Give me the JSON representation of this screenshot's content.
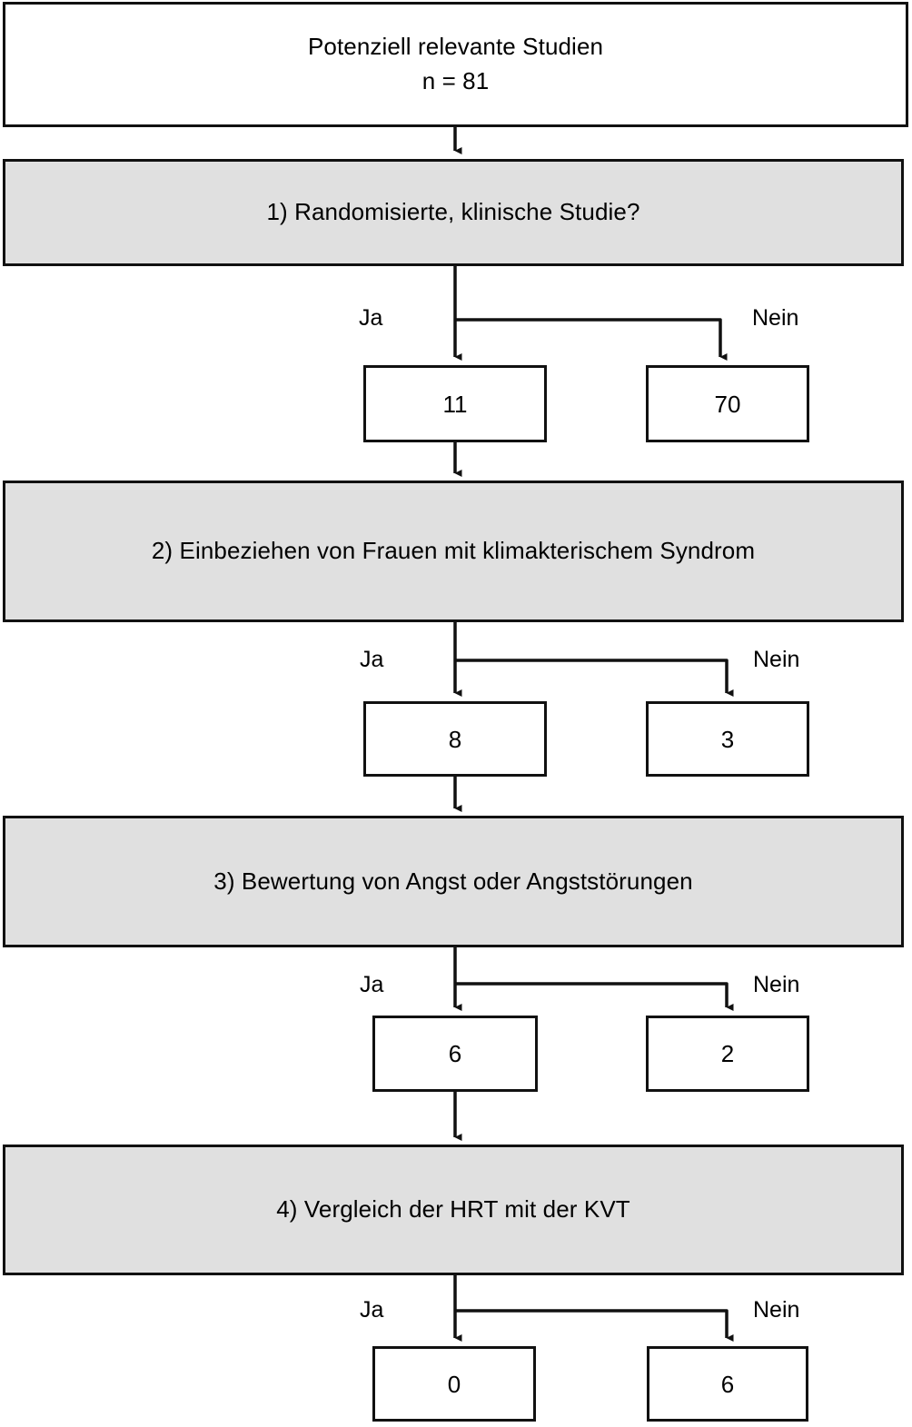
{
  "figure": {
    "type": "flowchart",
    "language": "de",
    "accent_gray": "#e0e0e0",
    "line_color": "#111111",
    "background": "#ffffff"
  },
  "nodes": {
    "start": {
      "title": "Potenziell relevante Studien",
      "count_text": "n = 81",
      "count_value": 81
    },
    "criteria": [
      {
        "label": "1) Randomisierte, klinische Studie?"
      },
      {
        "label": "2) Einbeziehen von Frauen mit klimakterischem Syndrom"
      },
      {
        "label": "3) Bewertung von Angst oder Angststörungen"
      },
      {
        "label": "4) Vergleich der HRT mit der KVT"
      }
    ],
    "results": [
      {
        "yes": "11",
        "no": "70"
      },
      {
        "yes": "8",
        "no": "3"
      },
      {
        "yes": "6",
        "no": "2"
      },
      {
        "yes": "0",
        "no": "6"
      }
    ]
  },
  "edge_labels": {
    "yes": "Ja",
    "no": "Nein"
  },
  "chart_data": {
    "type": "flowchart",
    "title": "Potenziell relevante Studien",
    "total": 81,
    "steps": [
      {
        "step": 1,
        "question": "1) Randomisierte, klinische Studie?",
        "yes": 11,
        "no": 70
      },
      {
        "step": 2,
        "question": "2) Einbeziehen von Frauen mit klimakterischem Syndrom",
        "yes": 8,
        "no": 3
      },
      {
        "step": 3,
        "question": "3) Bewertung von Angst oder Angststörungen",
        "yes": 6,
        "no": 2
      },
      {
        "step": 4,
        "question": "4) Vergleich der HRT mit der KVT",
        "yes": 0,
        "no": 6
      }
    ]
  }
}
